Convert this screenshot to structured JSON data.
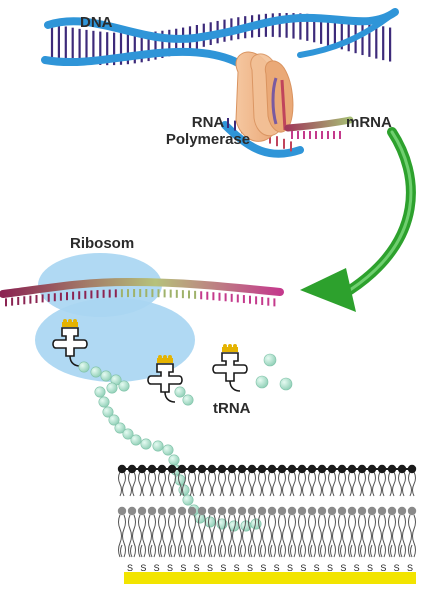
{
  "labels": {
    "dna": "DNA",
    "rna_polymerase_line1": "RNA",
    "rna_polymerase_line2": "Polymerase",
    "mrna": "mRNA",
    "ribosome": "Ribosom",
    "trna": "tRNA"
  },
  "anchor_letter": "S",
  "anchor_count": 22,
  "colors": {
    "dna_strand": "#2f95d8",
    "dna_rungs": "#3d2a7a",
    "polymerase": "#f0b98a",
    "ribosome": "#a9d6f2",
    "mrna_start": "#8b2452",
    "mrna_mid": "#b6c27a",
    "mrna_end": "#c43a8c",
    "arrow": "#2da12d",
    "peptide_bead": "#a5dcc9",
    "lipid_head_top": "#1a1a1a",
    "lipid_head_mid": "#8a8a8a",
    "gold_substrate": "#f2e400",
    "codon_caps": "#e5b300"
  }
}
